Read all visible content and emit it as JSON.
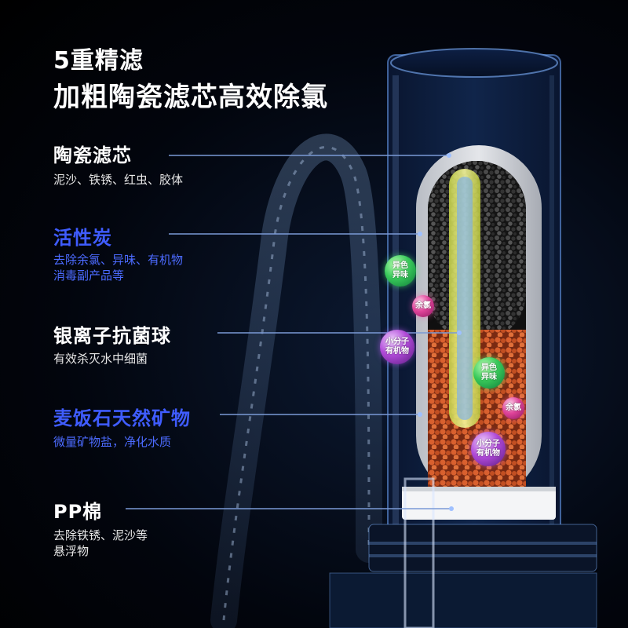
{
  "headline": {
    "line1": "5重精滤",
    "line2": "加粗陶瓷滤芯高效除氯"
  },
  "layers": [
    {
      "title": "陶瓷滤芯",
      "desc": [
        "泥沙、铁锈、红虫、胶体"
      ],
      "accent": "#ffffff"
    },
    {
      "title": "活性炭",
      "desc": [
        "去除余氯、异味、有机物",
        "消毒副产品等"
      ],
      "accent": "#3f5cff"
    },
    {
      "title": "银离子抗菌球",
      "desc": [
        "有效杀灭水中细菌"
      ],
      "accent": "#ffffff"
    },
    {
      "title": "麦饭石天然矿物",
      "desc": [
        "微量矿物盐，净化水质"
      ],
      "accent": "#3f5cff"
    },
    {
      "title": "PP棉",
      "desc": [
        "去除铁锈、泥沙等",
        "悬浮物"
      ],
      "accent": "#ffffff"
    }
  ],
  "bubbles": {
    "b1": [
      "异色",
      "异味"
    ],
    "b2": [
      "余氯"
    ],
    "b3": [
      "小分子",
      "有机物"
    ],
    "b4": [
      "异色",
      "异味"
    ],
    "b5": [
      "余氯"
    ],
    "b6": [
      "小分子",
      "有机物"
    ]
  },
  "colors": {
    "accent_blue": "#3f5cff",
    "carbon": "#2a2a2a",
    "maifan_stone": "#d2562a",
    "housing_glow": "#6fa8ff"
  }
}
